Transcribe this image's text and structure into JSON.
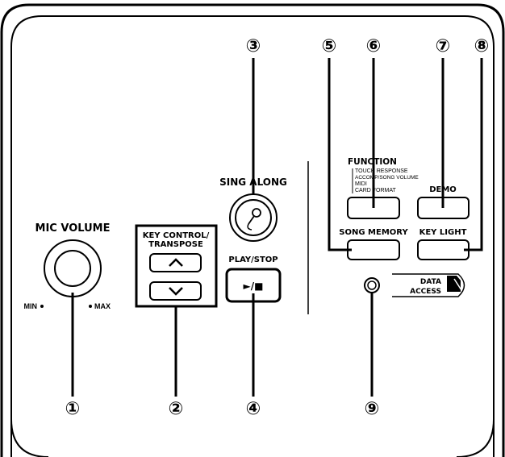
{
  "labels": {
    "mic_volume": "MIC VOLUME",
    "min": "MIN",
    "max": "MAX",
    "key_control_line1": "KEY CONTROL/",
    "key_control_line2": "TRANSPOSE",
    "sing_along": "SING ALONG",
    "play_stop": "PLAY/STOP",
    "play_stop_symbol": "►/■",
    "function": "FUNCTION",
    "function_sub1": "TOUCH RESPONSE",
    "function_sub2": "ACCOMP/SONG VOLUME",
    "function_sub3": "MIDI",
    "function_sub4": "CARD FORMAT",
    "demo": "DEMO",
    "song_memory": "SONG MEMORY",
    "key_light": "KEY LIGHT",
    "data_line1": "DATA",
    "data_line2": "ACCESS"
  },
  "callouts": [
    "①",
    "②",
    "③",
    "④",
    "⑤",
    "⑥",
    "⑦",
    "⑧",
    "⑨"
  ]
}
